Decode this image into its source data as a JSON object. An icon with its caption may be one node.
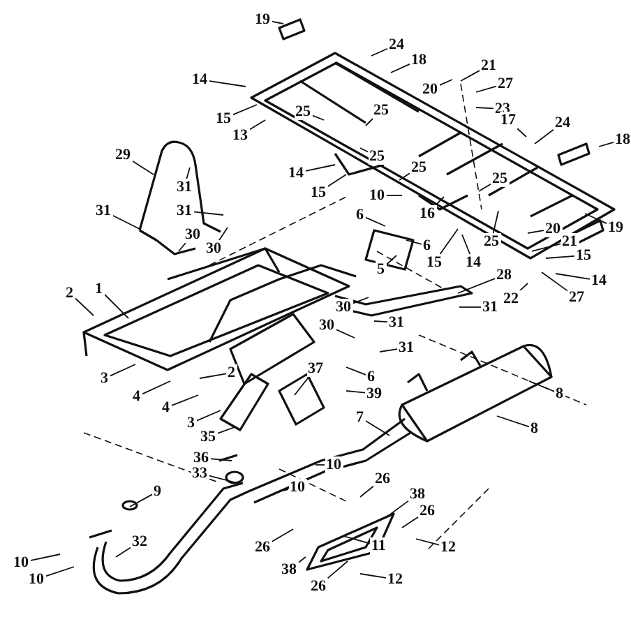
{
  "diagram": {
    "nodes": [
      {
        "text": [
          "19"
        ]
      },
      {
        "text": [
          "24"
        ]
      },
      {
        "text": [
          "18"
        ]
      },
      {
        "text": [
          "21"
        ]
      },
      {
        "text": [
          "14"
        ]
      },
      {
        "text": [
          "20"
        ]
      },
      {
        "text": [
          "27"
        ]
      },
      {
        "text": [
          "23"
        ]
      },
      {
        "text": [
          "15"
        ]
      },
      {
        "text": [
          "25"
        ]
      },
      {
        "text": [
          "25"
        ]
      },
      {
        "text": [
          "17"
        ]
      },
      {
        "text": [
          "24"
        ]
      },
      {
        "text": [
          "13"
        ]
      },
      {
        "text": [
          "18"
        ]
      },
      {
        "text": [
          "29"
        ]
      },
      {
        "text": [
          "25"
        ]
      },
      {
        "text": [
          "14"
        ]
      },
      {
        "text": [
          "25"
        ]
      },
      {
        "text": [
          "31"
        ]
      },
      {
        "text": [
          "15"
        ]
      },
      {
        "text": [
          "10"
        ]
      },
      {
        "text": [
          "6"
        ]
      },
      {
        "text": [
          "16"
        ]
      },
      {
        "text": [
          "25"
        ]
      },
      {
        "text": [
          "31"
        ]
      },
      {
        "text": [
          "31"
        ]
      },
      {
        "text": [
          "19"
        ]
      },
      {
        "text": [
          "20"
        ]
      },
      {
        "text": [
          "30"
        ]
      },
      {
        "text": [
          "6"
        ]
      },
      {
        "text": [
          "25"
        ]
      },
      {
        "text": [
          "21"
        ]
      },
      {
        "text": [
          "30"
        ]
      },
      {
        "text": [
          "15"
        ]
      },
      {
        "text": [
          "15"
        ]
      },
      {
        "text": [
          "14"
        ]
      },
      {
        "text": [
          "5"
        ]
      },
      {
        "text": [
          "28"
        ]
      },
      {
        "text": [
          "14"
        ]
      },
      {
        "text": [
          "1"
        ]
      },
      {
        "text": [
          "2"
        ]
      },
      {
        "text": [
          "22"
        ]
      },
      {
        "text": [
          "27"
        ]
      },
      {
        "text": [
          "30"
        ]
      },
      {
        "text": [
          "31"
        ]
      },
      {
        "text": [
          "31"
        ]
      },
      {
        "text": [
          "30"
        ]
      },
      {
        "text": [
          "31"
        ]
      },
      {
        "text": [
          "6"
        ]
      },
      {
        "text": [
          "37"
        ]
      },
      {
        "text": [
          "2"
        ]
      },
      {
        "text": [
          "3"
        ]
      },
      {
        "text": [
          "39"
        ]
      },
      {
        "text": [
          "8"
        ]
      },
      {
        "text": [
          "4"
        ]
      },
      {
        "text": [
          "7"
        ]
      },
      {
        "text": [
          "4"
        ]
      },
      {
        "text": [
          "3"
        ]
      },
      {
        "text": [
          "8"
        ]
      },
      {
        "text": [
          "35"
        ]
      },
      {
        "text": [
          "36"
        ]
      },
      {
        "text": [
          "10"
        ]
      },
      {
        "text": [
          "33"
        ]
      },
      {
        "text": [
          "26"
        ]
      },
      {
        "text": [
          "10"
        ]
      },
      {
        "text": [
          "9"
        ]
      },
      {
        "text": [
          "38"
        ]
      },
      {
        "text": [
          "26"
        ]
      },
      {
        "text": [
          "32"
        ]
      },
      {
        "text": [
          "11"
        ]
      },
      {
        "text": [
          "26"
        ]
      },
      {
        "text": [
          "12"
        ]
      },
      {
        "text": [
          "10"
        ]
      },
      {
        "text": [
          "38"
        ]
      },
      {
        "text": [
          "26"
        ]
      },
      {
        "text": [
          "10"
        ]
      },
      {
        "text": [
          "12"
        ]
      }
    ],
    "edges": [
      {
        "from": 0,
        "to": null,
        "arrow": "none"
      },
      {
        "from": 1,
        "to": null,
        "arrow": "none"
      },
      {
        "from": 2,
        "to": null,
        "arrow": "none"
      },
      {
        "from": 3,
        "to": null,
        "arrow": "none"
      },
      {
        "from": 4,
        "to": null,
        "arrow": "none"
      },
      {
        "from": 5,
        "to": null,
        "arrow": "none"
      },
      {
        "from": 6,
        "to": null,
        "arrow": "none"
      },
      {
        "from": 7,
        "to": null,
        "arrow": "none"
      },
      {
        "from": 8,
        "to": null,
        "arrow": "none"
      },
      {
        "from": 9,
        "to": null,
        "arrow": "none"
      },
      {
        "from": 10,
        "to": null,
        "arrow": "none"
      },
      {
        "from": 11,
        "to": null,
        "arrow": "none"
      },
      {
        "from": 12,
        "to": null,
        "arrow": "none"
      },
      {
        "from": 13,
        "to": null,
        "arrow": "none"
      },
      {
        "from": 14,
        "to": null,
        "arrow": "none"
      },
      {
        "from": 15,
        "to": null,
        "arrow": "none"
      },
      {
        "from": 16,
        "to": null,
        "arrow": "none"
      },
      {
        "from": 17,
        "to": null,
        "arrow": "none"
      },
      {
        "from": 18,
        "to": null,
        "arrow": "none"
      },
      {
        "from": 19,
        "to": null,
        "arrow": "none"
      },
      {
        "from": 20,
        "to": null,
        "arrow": "none"
      },
      {
        "from": 21,
        "to": null,
        "arrow": "none"
      },
      {
        "from": 22,
        "to": null,
        "arrow": "none"
      },
      {
        "from": 23,
        "to": null,
        "arrow": "none"
      },
      {
        "from": 24,
        "to": null,
        "arrow": "none"
      },
      {
        "from": 25,
        "to": null,
        "arrow": "none"
      },
      {
        "from": 26,
        "to": null,
        "arrow": "none"
      },
      {
        "from": 27,
        "to": null,
        "arrow": "none"
      },
      {
        "from": 28,
        "to": null,
        "arrow": "none"
      },
      {
        "from": 29,
        "to": null,
        "arrow": "none"
      },
      {
        "from": 30,
        "to": null,
        "arrow": "none"
      },
      {
        "from": 31,
        "to": null,
        "arrow": "none"
      },
      {
        "from": 32,
        "to": null,
        "arrow": "none"
      },
      {
        "from": 33,
        "to": null,
        "arrow": "none"
      },
      {
        "from": 34,
        "to": null,
        "arrow": "none"
      },
      {
        "from": 35,
        "to": null,
        "arrow": "none"
      },
      {
        "from": 36,
        "to": null,
        "arrow": "none"
      },
      {
        "from": 37,
        "to": null,
        "arrow": "none"
      },
      {
        "from": 38,
        "to": null,
        "arrow": "none"
      },
      {
        "from": 39,
        "to": null,
        "arrow": "none"
      },
      {
        "from": 40,
        "to": null,
        "arrow": "none"
      },
      {
        "from": 41,
        "to": null,
        "arrow": "none"
      },
      {
        "from": 42,
        "to": null,
        "arrow": "none"
      },
      {
        "from": 43,
        "to": null,
        "arrow": "none"
      },
      {
        "from": 44,
        "to": null,
        "arrow": "none"
      },
      {
        "from": 45,
        "to": null,
        "arrow": "none"
      },
      {
        "from": 46,
        "to": null,
        "arrow": "none"
      },
      {
        "from": 47,
        "to": null,
        "arrow": "none"
      },
      {
        "from": 48,
        "to": null,
        "arrow": "none"
      },
      {
        "from": 49,
        "to": null,
        "arrow": "none"
      },
      {
        "from": 50,
        "to": null,
        "arrow": "none"
      },
      {
        "from": 51,
        "to": null,
        "arrow": "none"
      },
      {
        "from": 52,
        "to": null,
        "arrow": "none"
      },
      {
        "from": 53,
        "to": null,
        "arrow": "none"
      },
      {
        "from": 54,
        "to": null,
        "arrow": "none"
      },
      {
        "from": 55,
        "to": null,
        "arrow": "none"
      },
      {
        "from": 56,
        "to": null,
        "arrow": "none"
      },
      {
        "from": 57,
        "to": null,
        "arrow": "none"
      },
      {
        "from": 58,
        "to": null,
        "arrow": "none"
      },
      {
        "from": 59,
        "to": null,
        "arrow": "none"
      },
      {
        "from": 60,
        "to": null,
        "arrow": "none"
      },
      {
        "from": 61,
        "to": null,
        "arrow": "none"
      },
      {
        "from": 62,
        "to": null,
        "arrow": "none"
      },
      {
        "from": 63,
        "to": null,
        "arrow": "none"
      },
      {
        "from": 64,
        "to": null,
        "arrow": "none"
      },
      {
        "from": 65,
        "to": null,
        "arrow": "none"
      },
      {
        "from": 66,
        "to": null,
        "arrow": "none"
      },
      {
        "from": 67,
        "to": null,
        "arrow": "none"
      },
      {
        "from": 68,
        "to": null,
        "arrow": "none"
      },
      {
        "from": 69,
        "to": null,
        "arrow": "none"
      },
      {
        "from": 70,
        "to": null,
        "arrow": "none"
      },
      {
        "from": 71,
        "to": null,
        "arrow": "none"
      },
      {
        "from": 72,
        "to": null,
        "arrow": "none"
      },
      {
        "from": 73,
        "to": null,
        "arrow": "none"
      },
      {
        "from": 74,
        "to": null,
        "arrow": "none"
      },
      {
        "from": 75,
        "to": null,
        "arrow": "none"
      },
      {
        "from": 76,
        "to": null,
        "arrow": "none"
      },
      {
        "from": 77,
        "to": null,
        "arrow": "none"
      }
    ]
  }
}
